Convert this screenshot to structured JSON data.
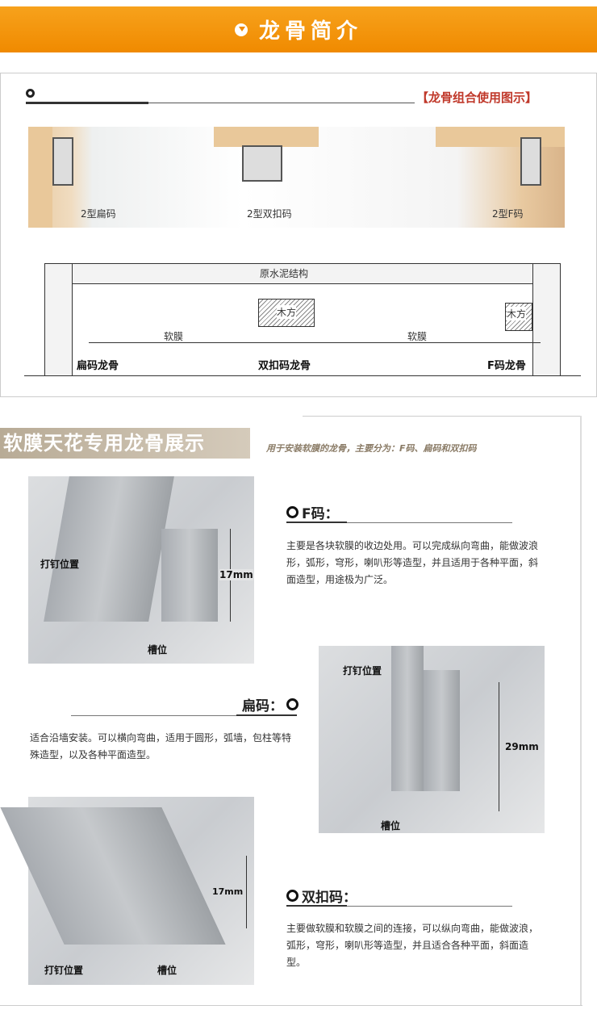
{
  "header": {
    "title": "龙骨简介"
  },
  "section1": {
    "caption": "【龙骨组合使用图示】",
    "photo_labels": [
      "2型扁码",
      "2型双扣码",
      "2型F码"
    ],
    "diagram": {
      "ceiling": "原水泥结构",
      "wood_left": "木方",
      "wood_right": "木方",
      "membrane_left": "软膜",
      "membrane_right": "软膜",
      "labels": [
        "扁码龙骨",
        "双扣码龙骨",
        "F码龙骨"
      ]
    }
  },
  "section2": {
    "banner": "软膜天花专用龙骨展示",
    "subtitle": "用于安装软膜的龙骨，主要分为：F码、扁码和双扣码",
    "f": {
      "title": "F码：",
      "desc": "主要是各块软膜的收边处用。可以完成纵向弯曲，能做波浪形，弧形，穹形，喇叭形等造型，并且适用于各种平面，斜面造型，用途极为广泛。",
      "nail": "打钉位置",
      "slot": "槽位",
      "size": "17mm"
    },
    "flat": {
      "title": "扁码：",
      "desc": "适合沿墙安装。可以横向弯曲，适用于圆形，弧墙，包柱等特殊造型，以及各种平面造型。",
      "nail": "打钉位置",
      "slot": "槽位",
      "size": "29mm"
    },
    "double": {
      "title": "双扣码：",
      "desc": "主要做软膜和软膜之间的连接，可以纵向弯曲，能做波浪，弧形，穹形，喇叭形等造型，并且适合各种平面，斜面造型。",
      "nail": "打钉位置",
      "slot": "槽位",
      "size": "17mm"
    }
  }
}
